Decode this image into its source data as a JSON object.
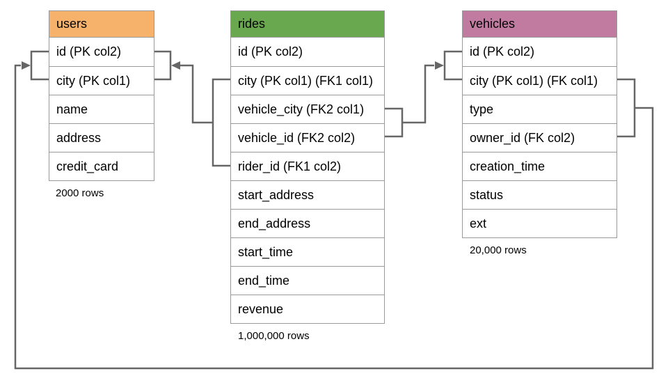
{
  "diagram": {
    "connector_color": "#666666",
    "tables": [
      {
        "title": "users",
        "header_color": "#f6b26b",
        "columns": [
          "id (PK col2)",
          "city (PK col1)",
          "name",
          "address",
          "credit_card"
        ],
        "row_count": "2000 rows"
      },
      {
        "title": "rides",
        "header_color": "#6aa84f",
        "columns": [
          "id (PK col2)",
          "city (PK col1) (FK1 col1)",
          "vehicle_city (FK2 col1)",
          "vehicle_id (FK2 col2)",
          "rider_id (FK1 col2)",
          "start_address",
          "end_address",
          "start_time",
          "end_time",
          "revenue"
        ],
        "row_count": "1,000,000 rows"
      },
      {
        "title": "vehicles",
        "header_color": "#c27ba0",
        "columns": [
          "id (PK col2)",
          "city (PK col1) (FK col1)",
          "type",
          "owner_id (FK col2)",
          "creation_time",
          "status",
          "ext"
        ],
        "row_count": "20,000 rows"
      }
    ],
    "relationships": [
      {
        "name": "rides FK1 to users",
        "from": "rides (city, rider_id)",
        "to": "users (city, id)"
      },
      {
        "name": "rides FK2 to vehicles",
        "from": "rides (vehicle_city, vehicle_id)",
        "to": "vehicles (city, id)"
      },
      {
        "name": "vehicles FK to users",
        "from": "vehicles (city, owner_id)",
        "to": "users (city, id)"
      }
    ]
  }
}
